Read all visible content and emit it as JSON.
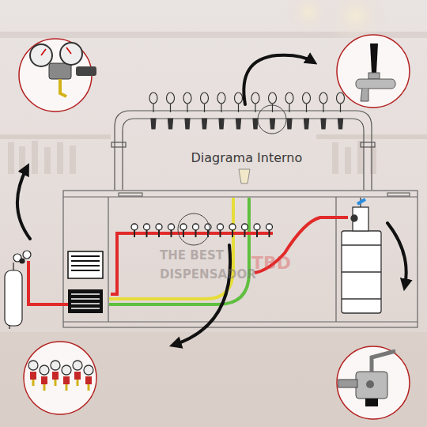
{
  "diagram": {
    "title": "Diagrama Interno",
    "labels": [
      "THE BEST",
      "DISPENSADOR",
      "TBD"
    ]
  }
}
